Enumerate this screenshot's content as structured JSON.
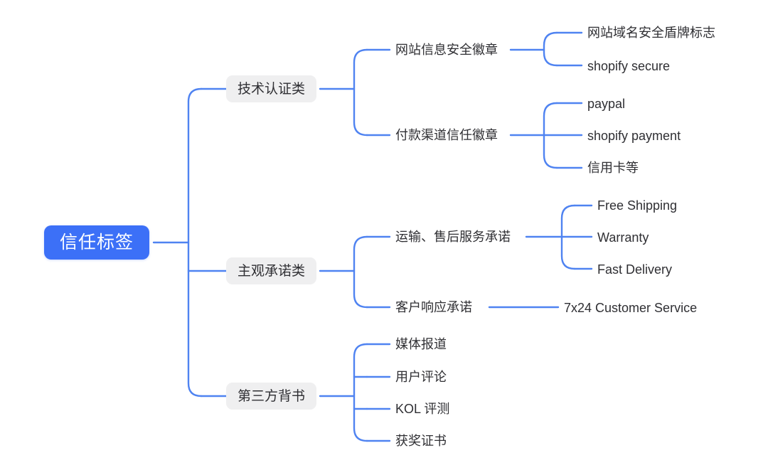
{
  "diagram": {
    "type": "mindmap",
    "title": "信任标签",
    "colors": {
      "root_fill": "#3c70f7",
      "root_text": "#ffffff",
      "branch_fill": "#efeff0",
      "branch_text": "#2f2f33",
      "leaf_text": "#2f2f33",
      "connector": "#4f83f1",
      "background": "#ffffff"
    },
    "root": {
      "label": "信任标签"
    },
    "branches": [
      {
        "label": "技术认证类",
        "children": [
          {
            "label": "网站信息安全徽章",
            "children": [
              {
                "label": "网站域名安全盾牌标志"
              },
              {
                "label": "shopify secure"
              }
            ]
          },
          {
            "label": "付款渠道信任徽章",
            "children": [
              {
                "label": "paypal"
              },
              {
                "label": "shopify payment"
              },
              {
                "label": "信用卡等"
              }
            ]
          }
        ]
      },
      {
        "label": "主观承诺类",
        "children": [
          {
            "label": "运输、售后服务承诺",
            "children": [
              {
                "label": "Free Shipping"
              },
              {
                "label": "Warranty"
              },
              {
                "label": "Fast Delivery"
              }
            ]
          },
          {
            "label": "客户响应承诺",
            "children": [
              {
                "label": "7x24 Customer Service"
              }
            ]
          }
        ]
      },
      {
        "label": "第三方背书",
        "children": [
          {
            "label": "媒体报道",
            "children": []
          },
          {
            "label": "用户评论",
            "children": []
          },
          {
            "label": "KOL 评测",
            "children": []
          },
          {
            "label": "获奖证书",
            "children": []
          }
        ]
      }
    ]
  }
}
